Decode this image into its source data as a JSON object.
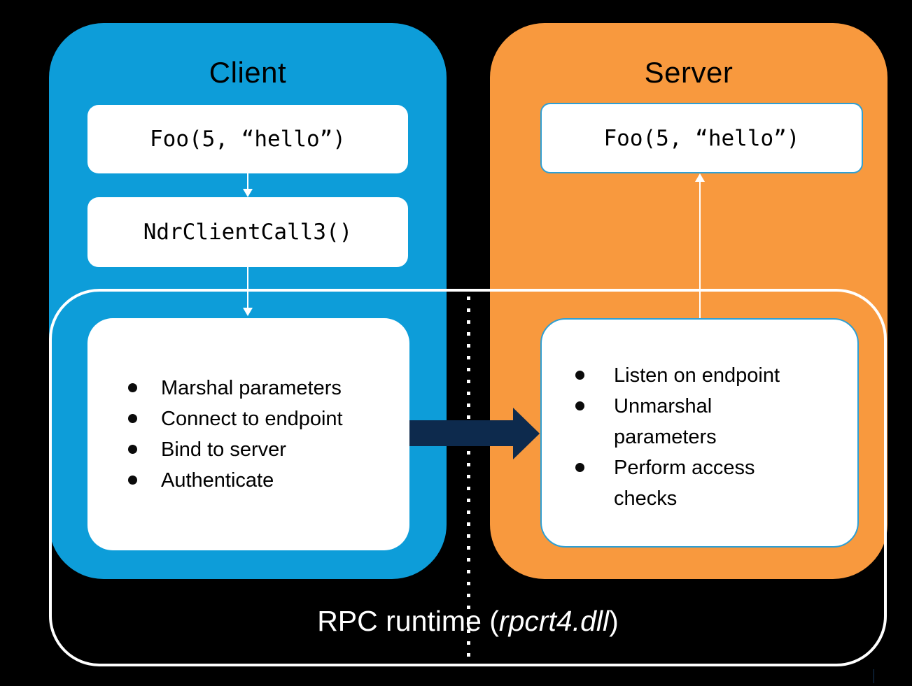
{
  "client_panel": {
    "title": "Client",
    "foo_label": "Foo(5, “hello”)",
    "ndr_label": "NdrClientCall3()",
    "steps": [
      "Marshal parameters",
      "Connect to endpoint",
      "Bind to server",
      "Authenticate"
    ]
  },
  "server_panel": {
    "title": "Server",
    "foo_label": "Foo(5, “hello”)",
    "steps": [
      "Listen on endpoint",
      "Unmarshal parameters",
      "Perform access checks"
    ]
  },
  "rpc_runtime": {
    "label_prefix": "RPC runtime (",
    "dll_name": "rpcrt4.dll",
    "label_suffix": ")"
  },
  "colors": {
    "background": "#000000",
    "client_blue": "#0d9dd9",
    "server_orange": "#f8993e",
    "arrow_navy": "#0d2a4d",
    "box_border_blue": "#2e9fd4"
  }
}
